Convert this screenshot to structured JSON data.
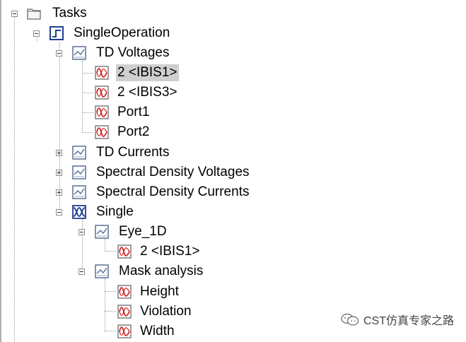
{
  "tree": {
    "root": "Tasks",
    "operation": "SingleOperation",
    "groups": {
      "td_voltages": {
        "label": "TD Voltages",
        "children": [
          "2 <IBIS1>",
          "2 <IBIS3>",
          "Port1",
          "Port2"
        ]
      },
      "td_currents": {
        "label": "TD Currents"
      },
      "sd_voltages": {
        "label": "Spectral Density Voltages"
      },
      "sd_currents": {
        "label": "Spectral Density Currents"
      },
      "single": {
        "label": "Single",
        "eye": {
          "label": "Eye_1D",
          "children": [
            "2 <IBIS1>"
          ]
        },
        "mask": {
          "label": "Mask analysis",
          "children": [
            "Height",
            "Violation",
            "Width"
          ]
        }
      }
    },
    "selected": "2 <IBIS1>"
  },
  "watermark": {
    "text": "CST仿真专家之路"
  },
  "icons": {
    "folder": "folder-icon",
    "operation": "step-signal-icon",
    "result_group": "result-chart-icon",
    "signal": "waveform-icon",
    "eye_group": "eye-diagram-icon"
  }
}
